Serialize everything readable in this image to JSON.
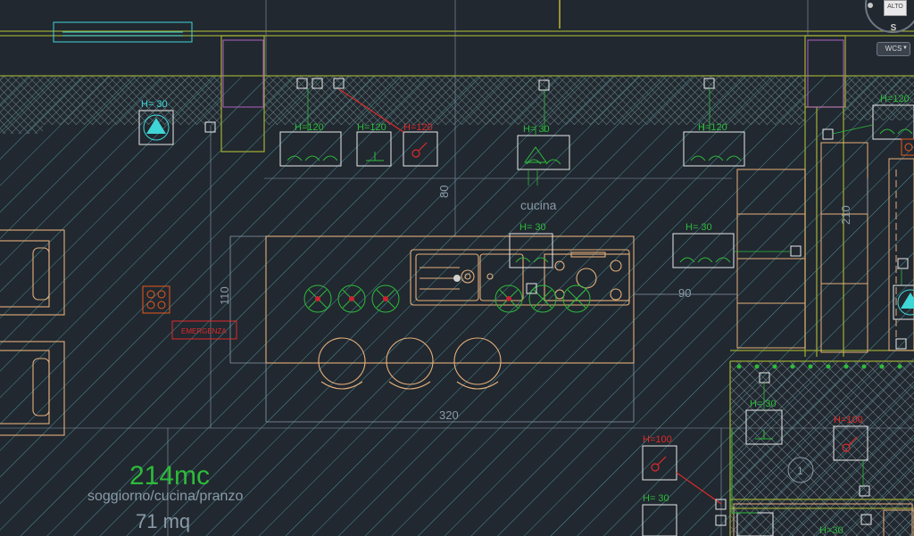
{
  "drawing": {
    "room_label": "cucina",
    "area_volume": "214mc",
    "room_name": "soggiorno/cucina/pranzo",
    "area_sqm": "71 mq",
    "emergency_label": "EMERGENZA",
    "dim_island_width": "320",
    "dim_island_depth": "110",
    "dim_80": "80",
    "dim_90": "90",
    "dim_210": "210",
    "marker_1": "1",
    "heights": {
      "h30": "H= 30",
      "h120": "H=120",
      "h100": "H=100",
      "h30b": "H=30"
    }
  },
  "viewcube": {
    "top_label": "ALTO",
    "south_label": "S",
    "ucs_label": "WCS"
  },
  "colors": {
    "background": "#212830",
    "hatch": "#4e8f96",
    "wall": "#9aa634",
    "furniture": "#e6b07a",
    "green": "#2dbb3a",
    "red": "#e02a2a",
    "cyan": "#3fd6d6",
    "white": "#e8e8e8",
    "magenta": "#b060c0"
  }
}
